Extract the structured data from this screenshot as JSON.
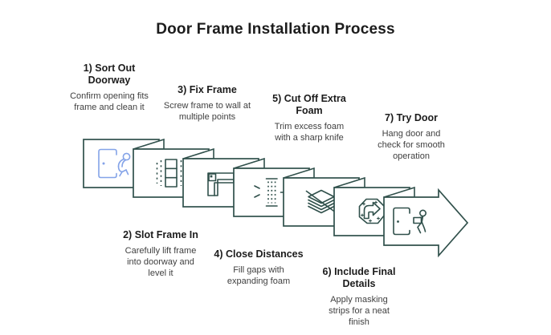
{
  "title": "Door Frame Installation Process",
  "colors": {
    "ink": "#30504b",
    "blue": "#84a3e8",
    "heading": "#1c1c1c",
    "text": "#3f3f3f",
    "bg": "#ffffff"
  },
  "steps": [
    {
      "heading": "1) Sort Out Doorway",
      "description": "Confirm opening fits frame and clean it",
      "icon": "door-inspect-icon",
      "side": "above"
    },
    {
      "heading": "2) Slot Frame In",
      "description": "Carefully lift frame into doorway and level it",
      "icon": "frame-slot-icon",
      "side": "below"
    },
    {
      "heading": "3) Fix Frame",
      "description": "Screw frame to wall at multiple points",
      "icon": "corner-screw-icon",
      "side": "above"
    },
    {
      "heading": "4) Close Distances",
      "description": "Fill gaps with expanding foam",
      "icon": "foam-fill-icon",
      "side": "below"
    },
    {
      "heading": "5) Cut Off Extra Foam",
      "description": "Trim excess foam with a sharp knife",
      "icon": "foam-cut-icon",
      "side": "above"
    },
    {
      "heading": "6) Include Final Details",
      "description": "Apply masking strips for a neat finish",
      "icon": "masking-strips-icon",
      "side": "below"
    },
    {
      "heading": "7) Try Door",
      "description": "Hang door and check for smooth operation",
      "icon": "door-carry-icon",
      "side": "above"
    }
  ]
}
